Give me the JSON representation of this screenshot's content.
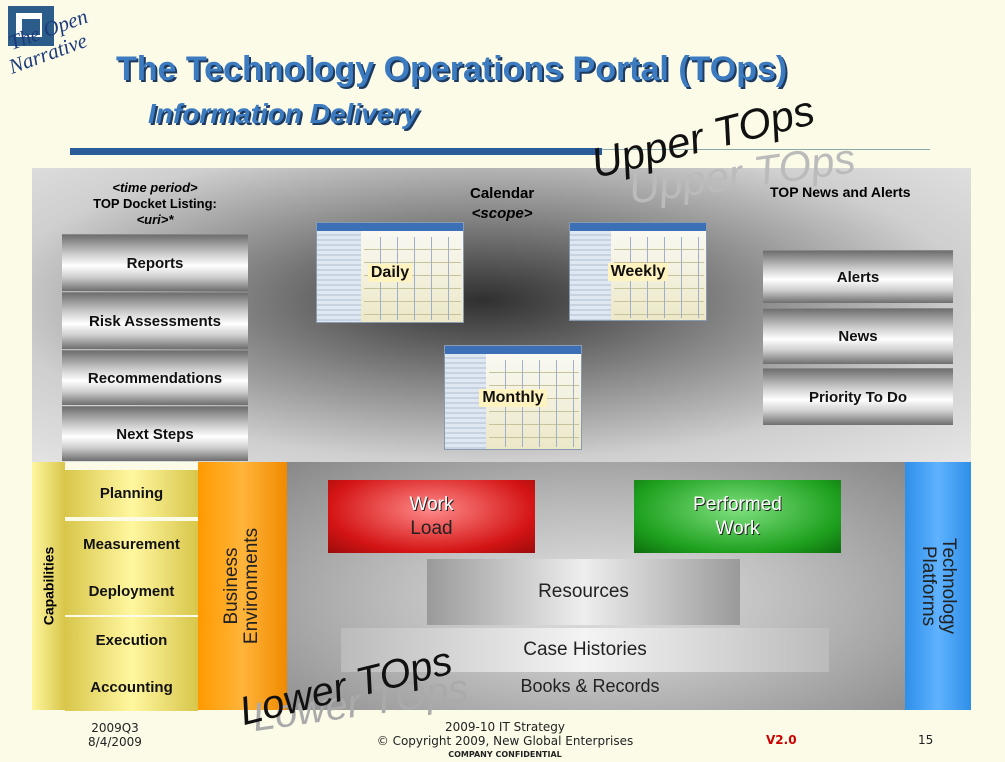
{
  "header": {
    "tagline_line1": "The Open",
    "tagline_line2": "Narrative",
    "title": "The Technology Operations Portal (TOps)",
    "subtitle": "Information Delivery"
  },
  "upper": {
    "label": "Upper TOps",
    "docket": {
      "line1": "<time period>",
      "line2": "TOP Docket Listing:",
      "line3": "<uri>*",
      "items": [
        "Reports",
        "Risk Assessments",
        "Recommendations",
        "Next Steps"
      ]
    },
    "calendar": {
      "line1": "Calendar",
      "line2": "<scope>",
      "views": [
        "Daily",
        "Weekly",
        "Monthly"
      ]
    },
    "news": {
      "heading": "TOP News and Alerts",
      "items": [
        "Alerts",
        "News",
        "Priority To Do"
      ]
    }
  },
  "lower": {
    "label": "Lower TOps",
    "capabilities_label": "Capabilities",
    "capabilities": [
      "Planning",
      "Measurement",
      "Deployment",
      "Execution",
      "Accounting"
    ],
    "business_line1": "Business",
    "business_line2": "Environments",
    "work_load_line1": "Work",
    "work_load_line2": "Load",
    "performed_line1": "Performed",
    "performed_line2": "Work",
    "resources": "Resources",
    "case_histories": "Case Histories",
    "books": "Books & Records",
    "tech_line1": "Technology",
    "tech_line2": "Platforms"
  },
  "footer": {
    "quarter": "2009Q3",
    "date": "8/4/2009",
    "strategy": "2009-10 IT Strategy",
    "copyright": "© Copyright 2009, New Global Enterprises",
    "confidential": "COMPANY CONFIDENTIAL",
    "version": "V2.0",
    "page": "15"
  },
  "colors": {
    "title": "#3d7bc0",
    "work_load": "#d41414",
    "performed_work": "#1ea01e",
    "business": "#ff9a00",
    "capabilities": "#fff7a0",
    "technology": "#2e8fe8",
    "version": "#cc0000"
  }
}
